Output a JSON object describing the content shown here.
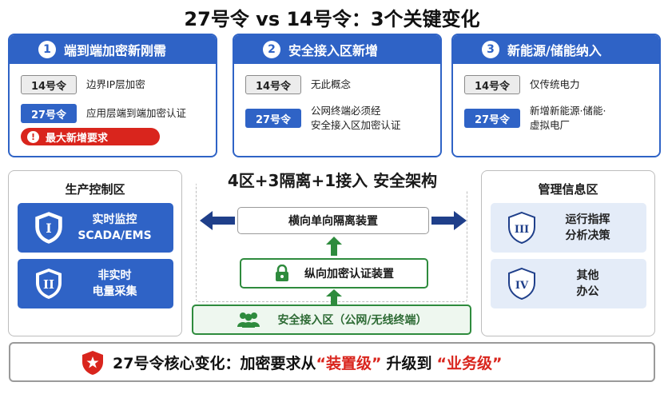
{
  "title": "27号令 vs 14号令：3个关键变化",
  "cards": [
    {
      "num": "1",
      "header": "端到端加密新刚需",
      "old_tag": "14号令",
      "old_text": "边界IP层加密",
      "new_tag": "27号令",
      "new_text": "应用层端到端加密认证",
      "alert": "最大新增要求"
    },
    {
      "num": "2",
      "header": "安全接入区新增",
      "old_tag": "14号令",
      "old_text": "无此概念",
      "new_tag": "27号令",
      "new_text_1": "公网终端必须经",
      "new_text_2": "安全接入区加密认证"
    },
    {
      "num": "3",
      "header": "新能源/储能纳入",
      "old_tag": "14号令",
      "old_text": "仅传统电力",
      "new_tag": "27号令",
      "new_text_1": "新增新能源·储能·",
      "new_text_2": "虚拟电厂"
    }
  ],
  "left_zone": {
    "title": "生产控制区",
    "boxes": [
      {
        "numeral": "I",
        "line1": "实时监控",
        "line2": "SCADA/EMS"
      },
      {
        "numeral": "II",
        "line1": "非实时",
        "line2": "电量采集"
      }
    ]
  },
  "right_zone": {
    "title": "管理信息区",
    "boxes": [
      {
        "numeral": "III",
        "line1": "运行指挥",
        "line2": "分析决策"
      },
      {
        "numeral": "IV",
        "line1": "其他",
        "line2": "办公"
      }
    ]
  },
  "center": {
    "title": "4区+3隔离+1接入 安全架构",
    "horizontal": "横向单向隔离装置",
    "vertical": "纵向加密认证装置",
    "access": "安全接入区（公网/无线终端）"
  },
  "bottom": {
    "prefix": "27号令核心变化：加密要求从",
    "from": "“装置级”",
    "middle": "升级到",
    "to": "“业务级”"
  },
  "colors": {
    "blue": "#2f63c6",
    "green": "#2e8b3d",
    "red": "#d9251d",
    "navy": "#1f3f8a"
  }
}
